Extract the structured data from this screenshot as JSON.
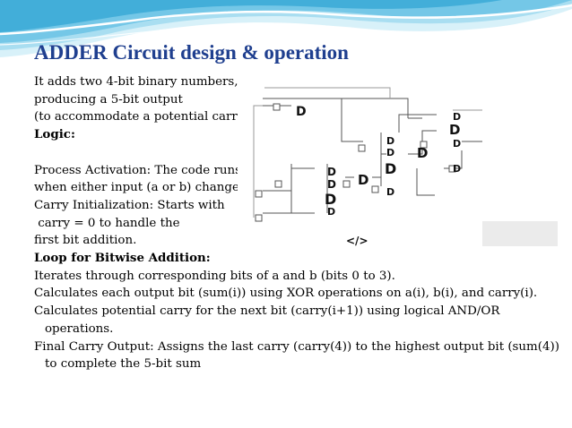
{
  "slide": {
    "title": "ADDER Circuit design & operation",
    "lines": [
      "It adds two 4-bit binary numbers,",
      "producing a 5-bit output",
      "(to accommodate a potential carry)",
      "Logic:",
      "Process Activation: The code runs",
      "when either input (a or b) changes.",
      "Carry Initialization: Starts with",
      " carry = 0 to handle the",
      "first bit addition.",
      "Loop for Bitwise Addition:",
      "Iterates through corresponding bits of a and b (bits 0 to 3).",
      "Calculates each output bit (sum(i)) using XOR operations on a(i), b(i), and carry(i).",
      "Calculates potential carry for the next bit (carry(i+1)) using logical AND/OR operations.",
      "Final Carry Output: Assigns the last carry (carry(4)) to the highest output bit (sum(4)) to complete the 5-bit sum"
    ],
    "code_icon": "</>",
    "colors": {
      "title": "#1f3f8f",
      "banner_light": "#cdeef8",
      "banner_mid": "#6fc8e6",
      "banner_dark": "#2a9fd0"
    }
  }
}
